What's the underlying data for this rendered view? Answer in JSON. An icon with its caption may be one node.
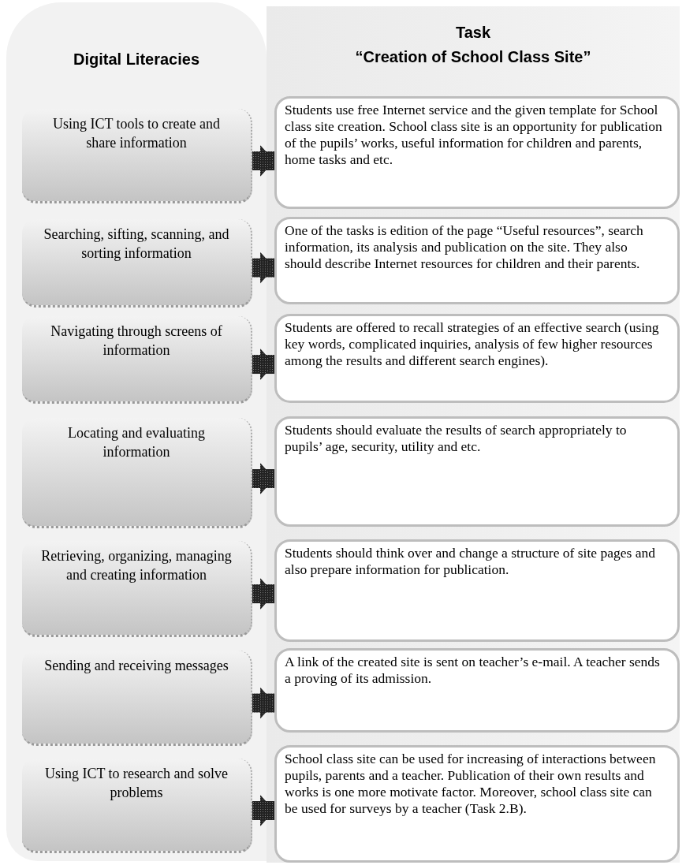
{
  "diagram": {
    "nodes": [
      {
        "text": [
          "Digital Literacies"
        ]
      },
      {
        "text": [
          "Using ICT tools to create and share information"
        ],
        "in": 0
      },
      {
        "text": [
          "Searching, sifting, scanning, and sorting information"
        ],
        "in": 0
      },
      {
        "text": [
          "Navigating through screens of information"
        ],
        "in": 0
      },
      {
        "text": [
          "Locating and evaluating information"
        ],
        "in": 0
      },
      {
        "text": [
          "Retrieving, organizing, managing and creating information"
        ],
        "in": 0
      },
      {
        "text": [
          "Sending and receiving messages"
        ],
        "in": 0
      },
      {
        "text": [
          "Using ICT to research and solve problems"
        ],
        "in": 0
      },
      {
        "text": [
          "Task",
          "“Creation of School Class Site”"
        ]
      },
      {
        "text": [
          "Students use free Internet service and the given template for School class site creation. School class site is an opportunity for publication of the pupils’ works, useful information for children and parents, home tasks and etc."
        ],
        "in": 8
      },
      {
        "text": [
          "One of the tasks is edition of the page “Useful resources”, search information, its analysis and publication on the site. They also should describe Internet resources for children and their parents."
        ],
        "in": 8
      },
      {
        "text": [
          "Students are offered to recall strategies of an effective search (using key words, complicated inquiries, analysis of few higher resources among the results and different search engines)."
        ],
        "in": 8
      },
      {
        "text": [
          "Students should evaluate the results of search appropriately to pupils’ age, security, utility and etc."
        ],
        "in": 8
      },
      {
        "text": [
          "Students should think over and change a structure of site pages and also prepare information for publication."
        ],
        "in": 8
      },
      {
        "text": [
          "A link of the created site is sent on teacher’s e-mail. A teacher sends a proving of its admission."
        ],
        "in": 8
      },
      {
        "text": [
          "School class site can be used for increasing of interactions between pupils, parents and a teacher. Publication of their own results and works is one more motivate factor. Moreover, school class site can be used for surveys by a teacher (Task 2.B)."
        ],
        "in": 8
      }
    ],
    "edges": [
      {
        "from": 1,
        "to": 9,
        "arrow": "to",
        "style": "thick"
      },
      {
        "from": 2,
        "to": 10,
        "arrow": "to",
        "style": "thick"
      },
      {
        "from": 3,
        "to": 11,
        "arrow": "to",
        "style": "thick"
      },
      {
        "from": 4,
        "to": 12,
        "arrow": "to",
        "style": "thick"
      },
      {
        "from": 5,
        "to": 13,
        "arrow": "to",
        "style": "thick"
      },
      {
        "from": 6,
        "to": 14,
        "arrow": "to",
        "style": "thick"
      },
      {
        "from": 7,
        "to": 15,
        "arrow": "to",
        "style": "thick"
      }
    ]
  }
}
